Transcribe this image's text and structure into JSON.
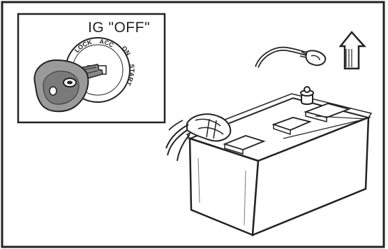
{
  "inset": {
    "label": "IG \"OFF\""
  },
  "ignition": {
    "positions": [
      "LOCK",
      "ACC",
      "ON",
      "START"
    ]
  },
  "icons": {
    "arrow": "up-arrow-icon",
    "battery": "car-battery-icon",
    "cable": "disconnected-cable-icon",
    "key": "ignition-key-icon"
  },
  "colors": {
    "line": "#222222",
    "background": "#ffffff"
  }
}
